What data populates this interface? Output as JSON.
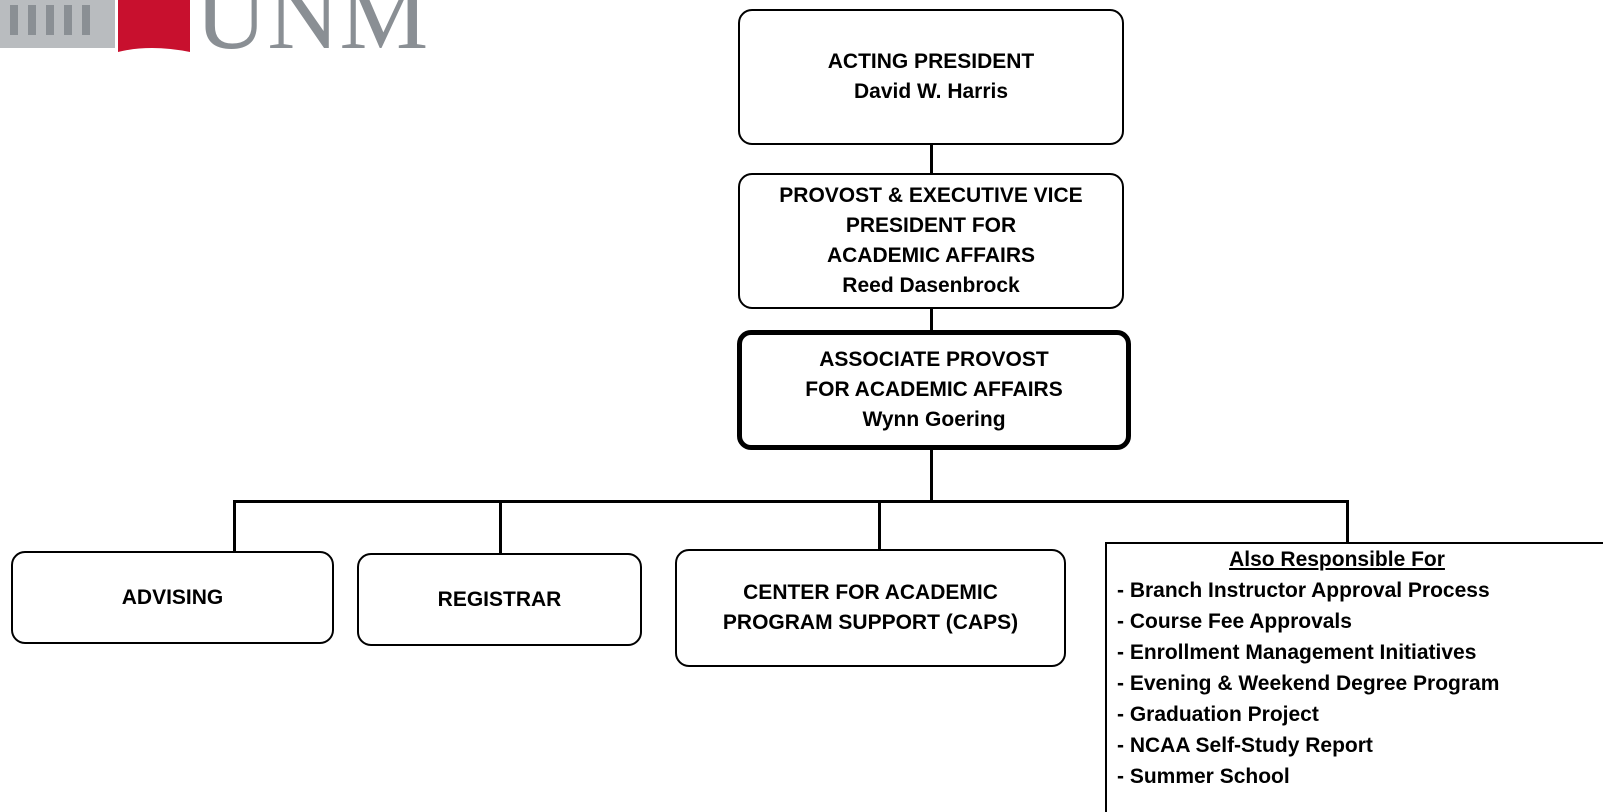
{
  "logo": {
    "text": "UNM"
  },
  "president": {
    "title": "ACTING PRESIDENT",
    "name": "David W. Harris"
  },
  "provost": {
    "title_lines": [
      "PROVOST & EXECUTIVE VICE",
      "PRESIDENT FOR",
      "ACADEMIC AFFAIRS"
    ],
    "name": "Reed Dasenbrock"
  },
  "associate": {
    "title_lines": [
      "ASSOCIATE PROVOST",
      "FOR ACADEMIC AFFAIRS"
    ],
    "name": "Wynn Goering"
  },
  "units": {
    "advising": "ADVISING",
    "registrar": "REGISTRAR",
    "caps_lines": [
      "CENTER FOR ACADEMIC",
      "PROGRAM SUPPORT (CAPS)"
    ]
  },
  "also": {
    "header": "Also Responsible For",
    "items": [
      "- Branch Instructor Approval Process",
      "- Course Fee Approvals",
      "- Enrollment Management Initiatives",
      "- Evening & Weekend Degree Program",
      "- Graduation Project",
      "- NCAA Self-Study Report",
      "- Summer School"
    ]
  },
  "colors": {
    "logo_red": "#c8102e",
    "logo_gray": "#8a8f94",
    "line": "#000000"
  }
}
